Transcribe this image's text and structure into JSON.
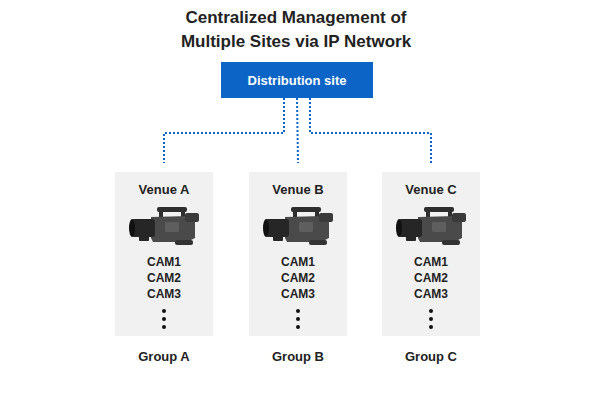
{
  "diagram": {
    "title": "Centralized Management of Multiple Sites via IP Network",
    "nodes": [
      {
        "text": [
          "Distribution site"
        ]
      },
      {
        "text": [
          "Venue A",
          "CAM1",
          "CAM2",
          "CAM3",
          "Group A"
        ]
      },
      {
        "text": [
          "Venue B",
          "CAM1",
          "CAM2",
          "CAM3",
          "Group B"
        ]
      },
      {
        "text": [
          "Venue C",
          "CAM1",
          "CAM2",
          "CAM3",
          "Group C"
        ]
      }
    ],
    "edges": [
      {
        "from": 0,
        "to": 1,
        "arrow": "none"
      },
      {
        "from": 0,
        "to": 2,
        "arrow": "none"
      },
      {
        "from": 0,
        "to": 3,
        "arrow": "none"
      }
    ]
  }
}
